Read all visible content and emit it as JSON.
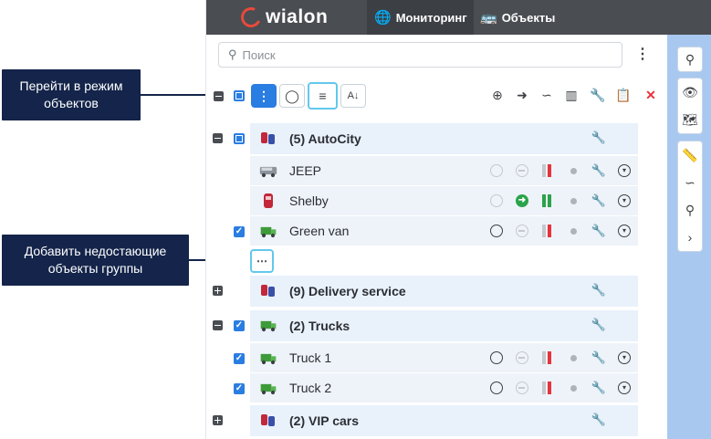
{
  "callouts": {
    "objects_mode": "Перейти в режим объектов",
    "add_missing": "Добавить недостающие объекты группы"
  },
  "topbar": {
    "logo": "wialon",
    "tabs": [
      {
        "label": "Мониторинг",
        "icon": "globe-icon",
        "active": true
      },
      {
        "label": "Объекты",
        "icon": "bus-icon",
        "active": false
      }
    ]
  },
  "search": {
    "placeholder": "Поиск"
  },
  "groups": [
    {
      "label": "(5) AutoCity",
      "expanded": true,
      "checkbox": "partial"
    },
    {
      "label": "(9) Delivery service",
      "expanded": false,
      "checkbox": "none"
    },
    {
      "label": "(2) Trucks",
      "expanded": true,
      "checkbox": "checked"
    },
    {
      "label": "(2) VIP cars",
      "expanded": false,
      "checkbox": "none"
    }
  ],
  "units": [
    {
      "name": "JEEP",
      "group": 0,
      "checked": false
    },
    {
      "name": "Shelby",
      "group": 0,
      "checked": false
    },
    {
      "name": "Green van",
      "group": 0,
      "checked": true
    },
    {
      "name": "Truck 1",
      "group": 2,
      "checked": true
    },
    {
      "name": "Truck 2",
      "group": 2,
      "checked": true
    }
  ],
  "colors": {
    "accent": "#2a7de1",
    "callout_bg": "#14244a",
    "topbar_bg": "#4a4d52",
    "sidebar_bg": "#a8c8ef",
    "highlight_border": "#62c8ec",
    "danger": "#e8323c",
    "ok": "#2ba34a"
  }
}
